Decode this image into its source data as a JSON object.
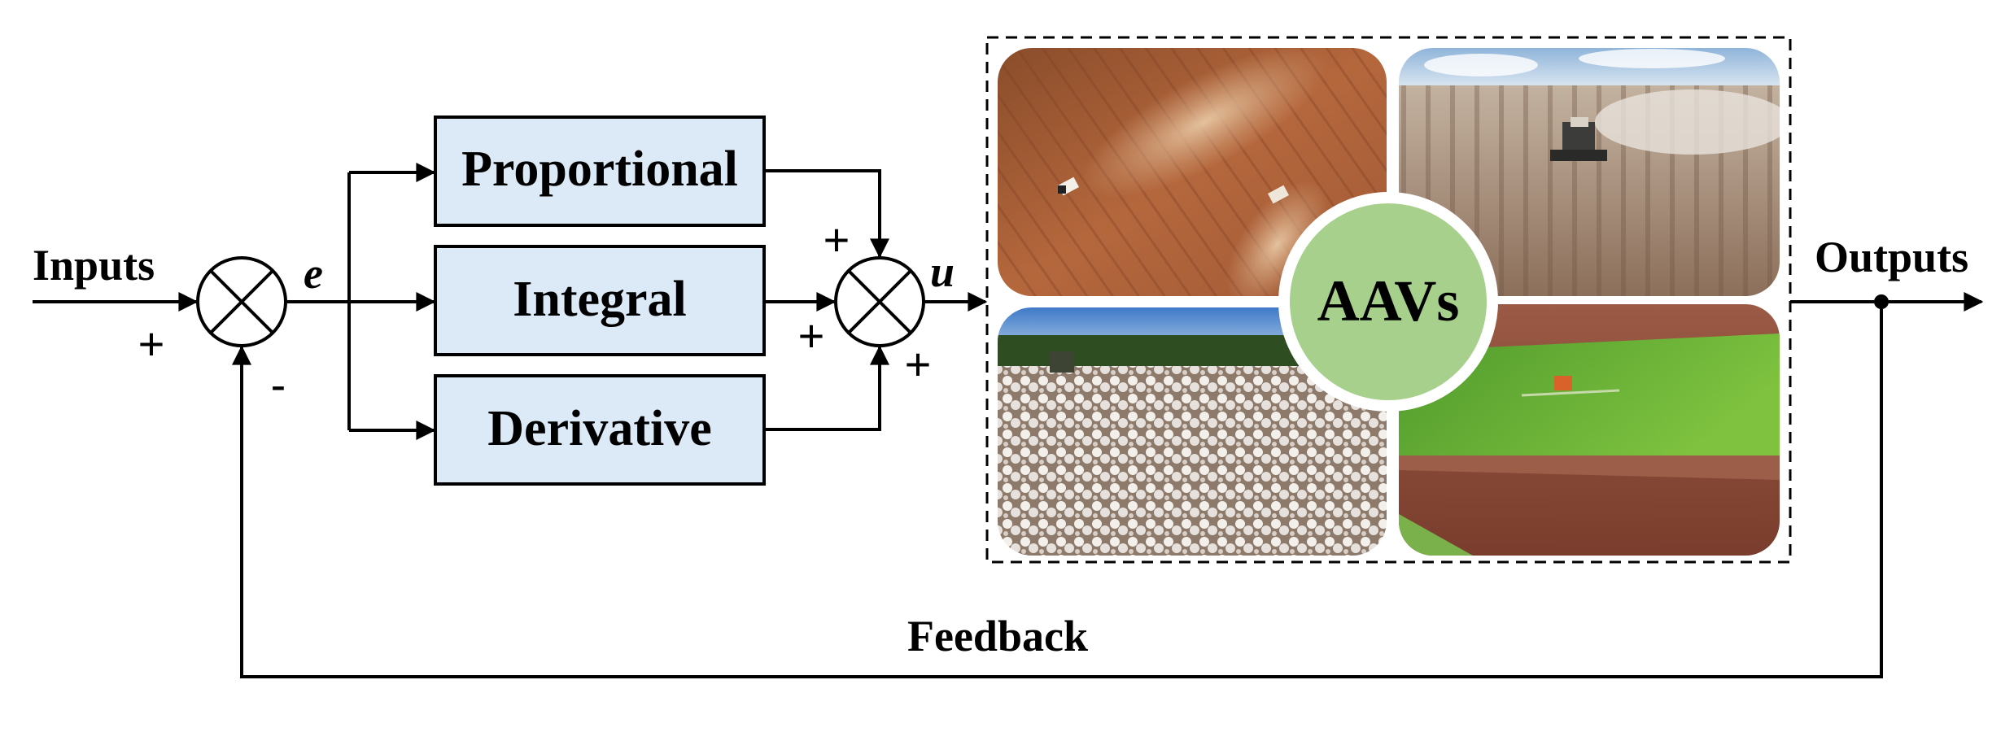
{
  "diagram": {
    "input_label": "Inputs",
    "output_label": "Outputs",
    "feedback_label": "Feedback",
    "error_symbol": "e",
    "control_symbol": "u",
    "blocks": {
      "proportional": "Proportional",
      "integral": "Integral",
      "derivative": "Derivative"
    },
    "signs": {
      "sum1_input": "+",
      "sum1_feedback": "-",
      "sum2_top": "+",
      "sum2_left": "+",
      "sum2_bottom": "+"
    },
    "plant_label": "AAVs",
    "photos": [
      "aerial-harvest-dust-photo",
      "combine-harvester-field-photo",
      "cotton-field-photo",
      "tractor-spraying-green-field-photo"
    ],
    "colors": {
      "block_fill": "#dce9f6",
      "plant_circle": "#a7d08c",
      "line": "#000000"
    }
  }
}
